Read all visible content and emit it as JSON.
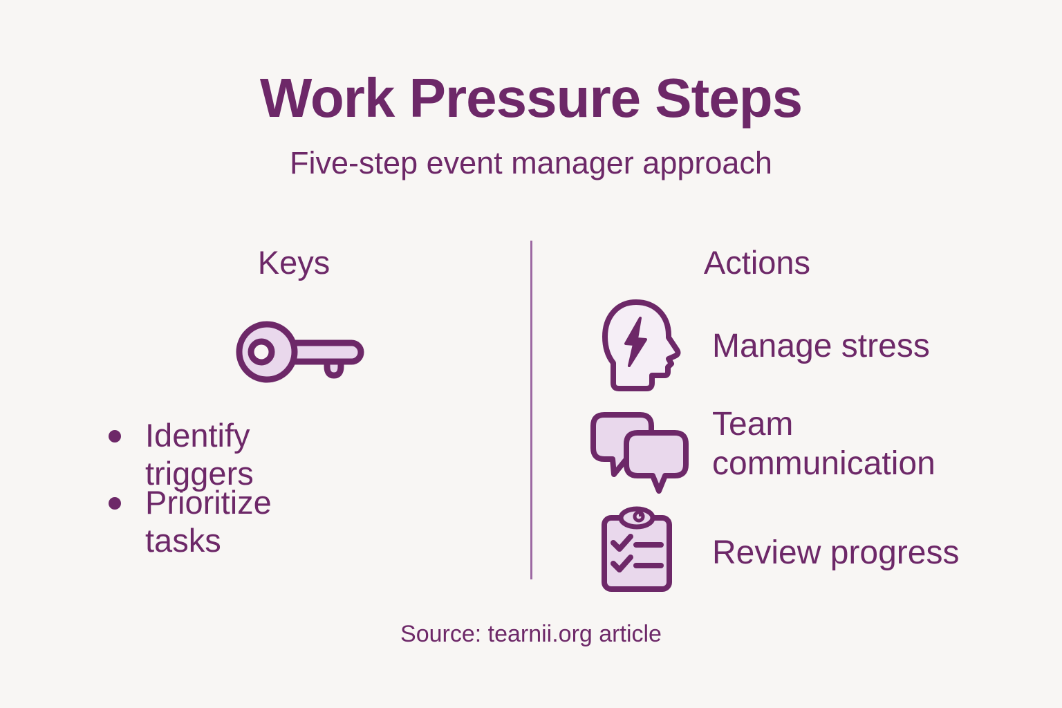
{
  "page": {
    "background_color": "#f8f6f4",
    "text_color": "#6d2868",
    "icon_fill_color": "#e9d8ec",
    "divider_color": "#9c68a2"
  },
  "header": {
    "title": "Work Pressure Steps",
    "subtitle": "Five-step event manager approach"
  },
  "keys_section": {
    "heading": "Keys",
    "icon": "key-icon",
    "bullets": [
      "Identify triggers",
      "Prioritize tasks"
    ]
  },
  "actions_section": {
    "heading": "Actions",
    "items": [
      {
        "icon": "head-lightning-icon",
        "label": "Manage stress"
      },
      {
        "icon": "speech-bubbles-icon",
        "label": "Team communication"
      },
      {
        "icon": "clipboard-checklist-icon",
        "label": "Review progress"
      }
    ]
  },
  "footer": {
    "source": "Source: tearnii.org article"
  }
}
